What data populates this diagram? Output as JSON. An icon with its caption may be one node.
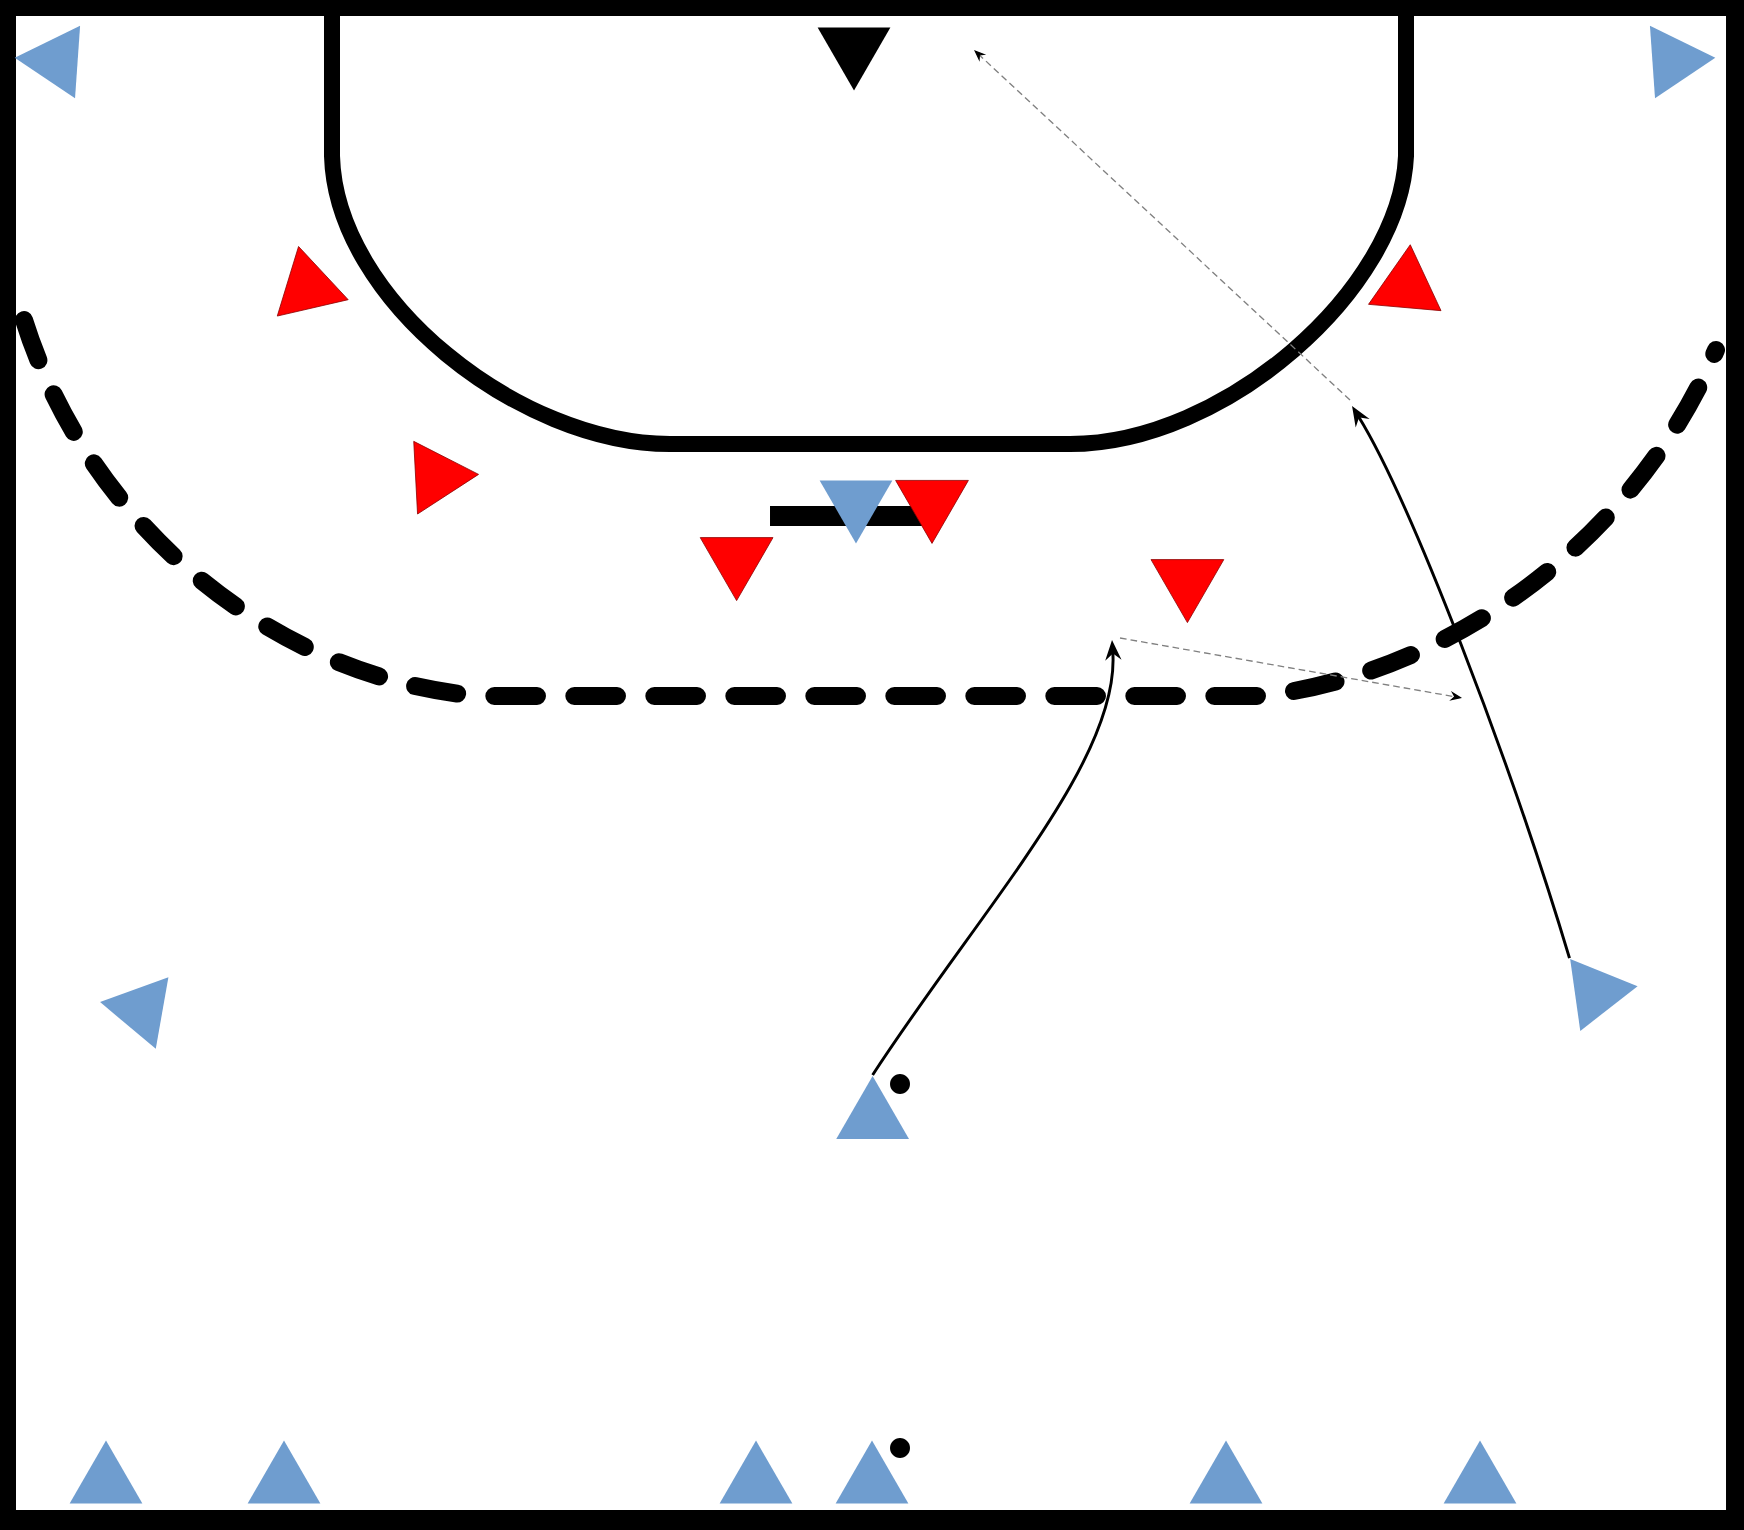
{
  "diagram": {
    "nodes": [
      {
        "text": [],
        "shape": "triangle"
      },
      {
        "text": [],
        "shape": "triangle"
      },
      {
        "text": [],
        "shape": "triangle"
      },
      {
        "text": [],
        "shape": "triangle"
      },
      {
        "text": [],
        "shape": "triangle"
      },
      {
        "text": [],
        "shape": "triangle"
      },
      {
        "text": [],
        "shape": "triangle"
      },
      {
        "text": [],
        "shape": "triangle"
      },
      {
        "text": [],
        "shape": "triangle"
      },
      {
        "text": [],
        "shape": "triangle"
      },
      {
        "text": [],
        "shape": "triangle"
      },
      {
        "text": [],
        "shape": "triangle"
      },
      {
        "text": [],
        "shape": "triangle"
      },
      {
        "text": [],
        "shape": "triangle"
      },
      {
        "text": [],
        "shape": "triangle"
      },
      {
        "text": [],
        "shape": "triangle"
      },
      {
        "text": [],
        "shape": "triangle"
      },
      {
        "text": [],
        "shape": "triangle"
      },
      {
        "text": [],
        "shape": "triangle"
      }
    ],
    "edges": [
      {
        "from": 12,
        "to": null,
        "arrow": "to"
      },
      {
        "from": 11,
        "to": null,
        "arrow": "to"
      }
    ]
  }
}
